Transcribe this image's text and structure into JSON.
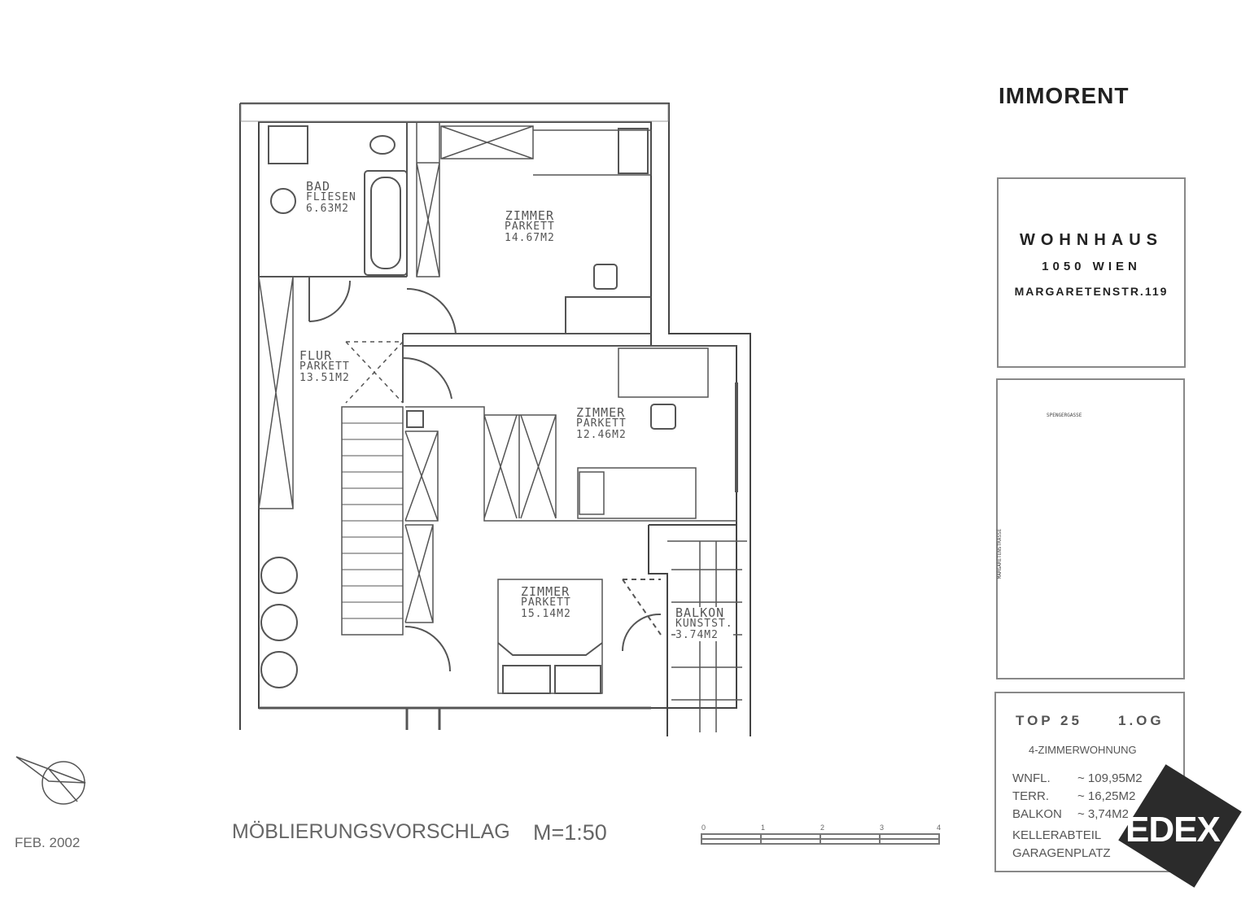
{
  "brand": {
    "name": "IMMORENT"
  },
  "building": {
    "title": "WOHNHAUS",
    "city": "1050 WIEN",
    "street": "MARGARETENSTR.119"
  },
  "site_plan": {
    "street_top": "SPENGERGASSE",
    "street_left": "MARGARETENSTRASSE"
  },
  "rooms": [
    {
      "name": "BAD",
      "floor": "FLIESEN",
      "area": "6.63M2"
    },
    {
      "name": "ZIMMER",
      "floor": "PARKETT",
      "area": "14.67M2"
    },
    {
      "name": "FLUR",
      "floor": "PARKETT",
      "area": "13.51M2"
    },
    {
      "name": "ZIMMER",
      "floor": "PARKETT",
      "area": "12.46M2"
    },
    {
      "name": "ZIMMER",
      "floor": "PARKETT",
      "area": "15.14M2"
    },
    {
      "name": "BALKON",
      "floor": "KUNSTST.",
      "area": "3.74M2"
    }
  ],
  "unit": {
    "top": "TOP 25",
    "floor": "1.OG",
    "type": "4-ZIMMERWOHNUNG",
    "rows": [
      {
        "label": "WNFL.",
        "value": "~ 109,95M2"
      },
      {
        "label": "TERR.",
        "value": "~ 16,25M2"
      },
      {
        "label": "BALKON",
        "value": "~ 3,74M2"
      }
    ],
    "extras": [
      "KELLERABTEIL",
      "GARAGENPLATZ"
    ]
  },
  "footer": {
    "date": "FEB. 2002",
    "title": "MÖBLIERUNGSVORSCHLAG",
    "scale": "M=1:50",
    "scale_ticks": [
      "0",
      "1",
      "2",
      "3",
      "4"
    ]
  },
  "watermark": {
    "text": "EDEX"
  }
}
